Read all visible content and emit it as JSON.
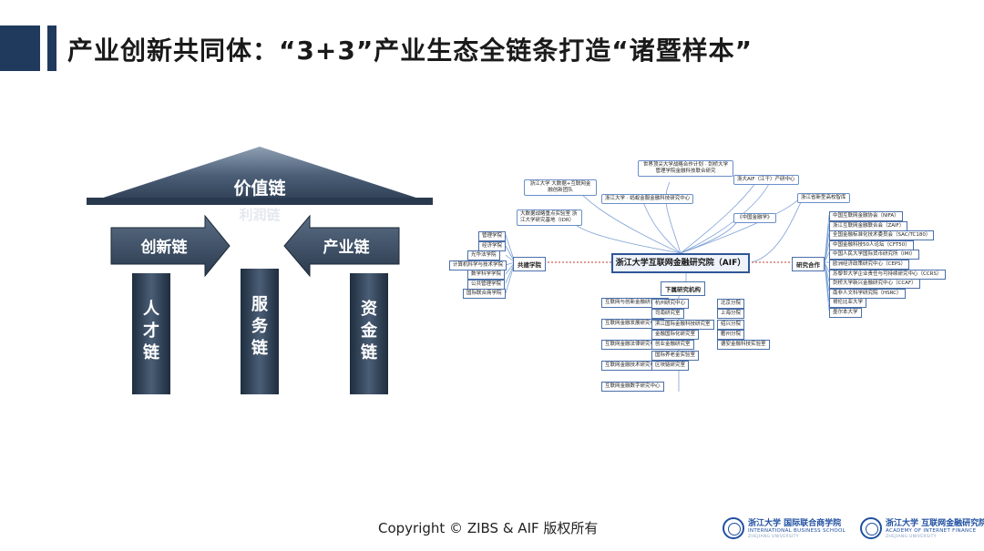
{
  "title": "产业创新共同体：“3+3”产业生态全链条打造“诸暨样本”",
  "diagram": {
    "roof_label": "价值链",
    "roof_sub": "利润链",
    "arrow_left": "创新链",
    "arrow_right": "产业链",
    "pillars": [
      "人才链",
      "服务链",
      "资金链"
    ]
  },
  "mindmap": {
    "center": "浙江大学互联网金融研究院（AIF）",
    "left_header": "共建学院",
    "right_header": "研究合作",
    "bottom_header": "下属研究机构",
    "top_nodes": [
      "世界顶尖大学战略合作计划 · 剑桥大学 管理学院金融科技联合研究",
      "浙江大学 大数据+互联网金融创新团队",
      "浙江大学 · 蚂蚁金服金融科技研究中心",
      "浙大AIF（江干）产研中心",
      "浙江省新型高校智库",
      "大数据战略重点实验室 浙江大学研究基地（IDR）",
      "《中国金融学》"
    ],
    "left_nodes": [
      "管理学院",
      "经济学院",
      "光华法学院",
      "计算机科学与技术学院",
      "数学科学学院",
      "公共管理学院",
      "国际联合商学院"
    ],
    "right_nodes": [
      "中国互联网金融协会（NIFA）",
      "浙江互联网金融联合会（ZAIF）",
      "全国金融标准化技术委员会（SAC/TC180）",
      "中国金融科技50人论坛（CFT50）",
      "中国人民大学国际货币研究所（IMI）",
      "欧洲经济政策研究中心（CEPS）",
      "苏黎世大学企业责任与可持续研究中心（CCRS）",
      "剑桥大学新兴金融研究中心（CCAF）",
      "南非人文科学研究院（HSRC）",
      "哥伦比亚大学",
      "墨尔本大学"
    ],
    "bottom_left": [
      "互联网与创新金融研究中心",
      "互联网金融发展研究中心",
      "互联网金融法律研究中心",
      "互联网金融技术研究中心",
      "互联网金融数字研究中心"
    ],
    "bottom_mid": [
      "杭州研究中心",
      "司南研究室",
      "滨江国际金融科技研究室",
      "金融国际化研究室",
      "创业金融研究室",
      "国际养老金实验室",
      "区块链研究室"
    ],
    "bottom_right": [
      "北京分院",
      "上海分院",
      "绍兴分院",
      "衢州分院",
      "德安金融科技实验室"
    ]
  },
  "footer": {
    "copyright": "Copyright © ZIBS & AIF 版权所有",
    "logo1_cn": "浙江大学 国际联合商学院",
    "logo1_en": "INTERNATIONAL BUSINESS SCHOOL",
    "logo1_en2": "ZHEJIANG UNIVERSITY",
    "logo2_cn": "浙江大学 互联网金融研究院",
    "logo2_en": "ACADEMY OF INTERNET FINANCE",
    "logo2_en2": "ZHEJIANG UNIVERSITY"
  },
  "colors": {
    "accent": "#1f3a5c",
    "line_blue": "#6a8fc9",
    "line_red": "#c0392b"
  }
}
